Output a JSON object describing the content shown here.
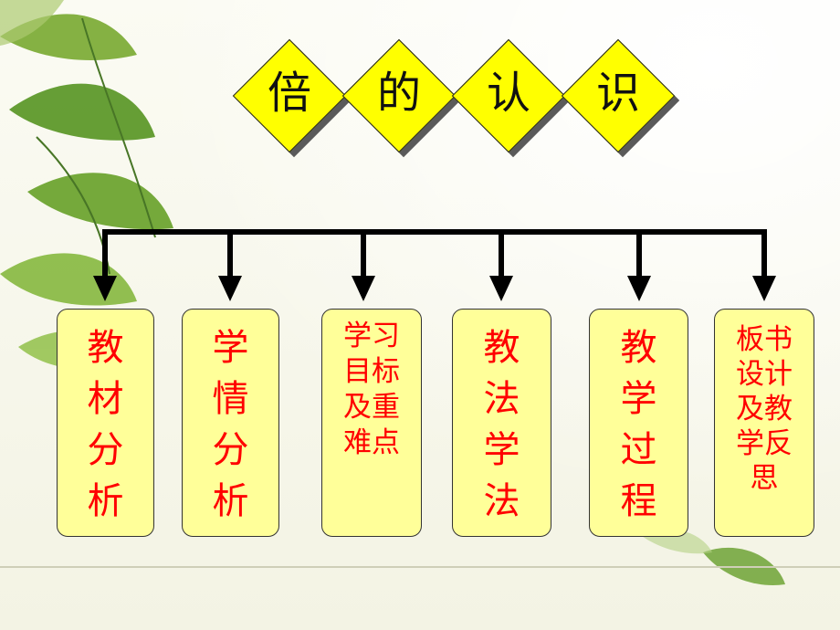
{
  "title": {
    "chars": [
      "倍",
      "的",
      "认",
      "识"
    ]
  },
  "boxes": [
    {
      "label": "教\n材\n分\n析"
    },
    {
      "label": "学\n情\n分\n析"
    },
    {
      "label": "学习\n目标\n及重\n难点"
    },
    {
      "label": "教\n法\n学\n法"
    },
    {
      "label": "教\n学\n过\n程"
    },
    {
      "label": "板书\n设计\n及教\n学反\n思"
    }
  ],
  "colors": {
    "diamond_fill": "#ffff00",
    "box_fill": "#ffff99",
    "box_text": "#ff0000",
    "connector": "#000000"
  }
}
